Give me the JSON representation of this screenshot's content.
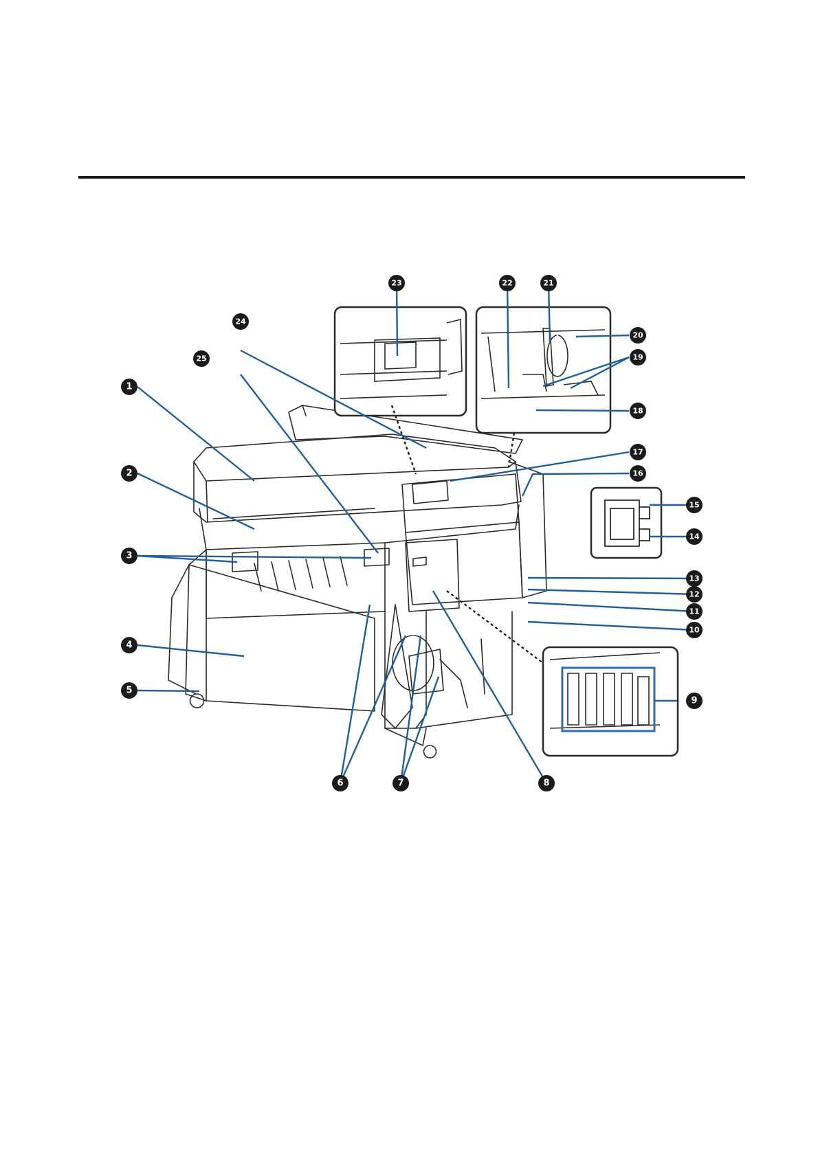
{
  "document": {
    "figure": {
      "description_type": "printer-parts-diagram",
      "callouts": [
        "1",
        "2",
        "3",
        "4",
        "5",
        "6",
        "7",
        "8",
        "9",
        "10",
        "11",
        "12",
        "13",
        "14",
        "15",
        "16",
        "17",
        "18",
        "19",
        "20",
        "21",
        "22",
        "23",
        "24",
        "25"
      ]
    }
  },
  "colors": {
    "callout": "#1b1b1b",
    "leader": "#1f5f9b",
    "line": "#2a2a2a",
    "highlight": "#2e6db4"
  }
}
